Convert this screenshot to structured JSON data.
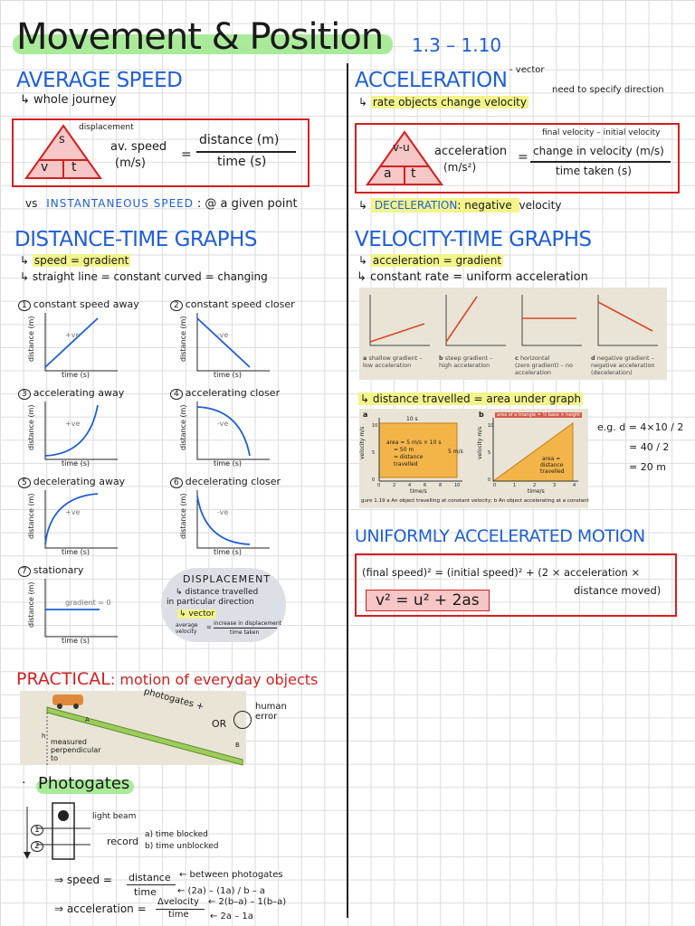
{
  "header": {
    "title": "Movement & Position",
    "range": "1.3 – 1.10"
  },
  "avg_speed": {
    "heading": "AVERAGE SPEED",
    "sub": "↳ whole journey",
    "tri_top": "s",
    "tri_left": "v",
    "tri_right": "t",
    "displacement_label": "displacement",
    "lhs": "av. speed",
    "lhs_units": "(m/s)",
    "eq": "=",
    "numerator": "distance (m)",
    "denominator": "time (s)",
    "vs_prefix": "vs",
    "vs_term": "INSTANTANEOUS SPEED",
    "vs_suffix": ": @ a given point"
  },
  "acceleration": {
    "heading": "ACCELERATION",
    "vector_note": "- vector",
    "direction_note": "need to specify direction",
    "def": "rate objects change velocity",
    "tri_top": "v-u",
    "tri_left": "a",
    "tri_right": "t",
    "lhs": "acceleration",
    "lhs_units": "(m/s²)",
    "eq": "=",
    "above_note": "final velocity – initial velocity",
    "numerator": "change in velocity (m/s)",
    "denominator": "time taken (s)",
    "decel_term": "DECELERATION",
    "decel_def": ": negative",
    "decel_suffix": "velocity"
  },
  "dt_graphs": {
    "heading": "DISTANCE-TIME GRAPHS",
    "note1": "speed = gradient",
    "note2": "↳ straight line = constant   curved = changing",
    "axis_y": "distance (m)",
    "axis_x": "time (s)",
    "graphs": [
      {
        "num": "1",
        "label": "constant speed away",
        "annot": "+ve"
      },
      {
        "num": "2",
        "label": "constant speed closer",
        "annot": "-ve"
      },
      {
        "num": "3",
        "label": "accelerating away",
        "annot": "+ve"
      },
      {
        "num": "4",
        "label": "accelerating closer",
        "annot": "-ve"
      },
      {
        "num": "5",
        "label": "decelerating away",
        "annot": "+ve"
      },
      {
        "num": "6",
        "label": "decelerating closer",
        "annot": "-ve"
      },
      {
        "num": "7",
        "label": "stationary",
        "annot": "gradient = 0"
      }
    ]
  },
  "displacement_cloud": {
    "title": "DISPLACEMENT",
    "line1": "↳ distance travelled",
    "line2": "in particular direction",
    "line3": "↳ vector",
    "formula_left": "average velocity",
    "formula_eq": "=",
    "formula_num": "increase in displacement",
    "formula_den": "time taken"
  },
  "vt_graphs": {
    "heading": "VELOCITY-TIME GRAPHS",
    "note1": "acceleration = gradient",
    "note2": "↳ constant rate = uniform acceleration",
    "panels": [
      {
        "letter": "a",
        "caption1": "shallow gradient –",
        "caption2": "low acceleration"
      },
      {
        "letter": "b",
        "caption1": "steep gradient –",
        "caption2": "high acceleration"
      },
      {
        "letter": "c",
        "caption1": "horizontal",
        "caption2": "(zero gradient) – no acceleration"
      },
      {
        "letter": "d",
        "caption1": "negative gradient –",
        "caption2": "negative acceleration (deceleration)"
      }
    ],
    "distance_note": "↳ distance travelled = area under graph"
  },
  "area_example": {
    "a_letter": "a",
    "a_top": "10 s",
    "a_area1": "area = 5 m/s × 10 s",
    "a_area2": "= 50 m",
    "a_area3": "= distance",
    "a_area4": "travelled",
    "a_side": "5 m/s",
    "a_y": "velocity m/s",
    "a_x": "time/s",
    "b_letter": "b",
    "b_top": "area of a triangle = ½ base × height",
    "b_area1": "area =",
    "b_area2": "distance",
    "b_area3": "travelled",
    "b_y": "velocity m/s",
    "b_x": "time/s",
    "caption": "gure 1.19 a An object travelling at constant velocity; b An object accelerating at a constant",
    "calc1": "e.g. d = 4×10 / 2",
    "calc2": "= 40 / 2",
    "calc3": "= 20 m",
    "a_ticks_x": [
      "0",
      "2",
      "4",
      "6",
      "8",
      "10"
    ],
    "a_ticks_y": [
      "0",
      "5",
      "10"
    ],
    "b_ticks_x": [
      "0",
      "1",
      "2",
      "3",
      "4"
    ],
    "b_ticks_y": [
      "0",
      "5",
      "10"
    ]
  },
  "uam": {
    "heading": "UNIFORMLY ACCELERATED MOTION",
    "line1": "(final speed)² = (initial speed)² + (2 × acceleration ×",
    "line2": "distance moved)",
    "formula": "v² = u² + 2as"
  },
  "practical": {
    "heading_term": "PRACTICAL",
    "heading_rest": ": motion of everyday objects",
    "photogates_note": "photogates +",
    "or": "OR",
    "human_error": "human error",
    "h_note": "measured perpendicular to",
    "label_a": "A",
    "label_b": "B",
    "label_h": "h"
  },
  "photogates": {
    "heading": "Photogates",
    "light_beam": "light beam",
    "record": "record",
    "a_note": "a) time blocked",
    "b_note": "b) time unblocked",
    "num1": "1",
    "num2": "2",
    "speed_lhs": "⇒ speed =",
    "speed_num": "distance",
    "speed_den": "time",
    "speed_note": "← between photogates",
    "speed_calc": "← (2a) – (1a) / b – a",
    "accel_lhs": "⇒ acceleration =",
    "accel_num": "Δvelocity",
    "accel_den": "time",
    "accel_note1": "← 2(b–a) – 1(b–a)",
    "accel_note2": "← 2a – 1a"
  },
  "colors": {
    "blue": "#1f5fd6",
    "red": "#d42020",
    "highlight_yellow": "#f3f48a",
    "highlight_green": "#9be88a"
  }
}
